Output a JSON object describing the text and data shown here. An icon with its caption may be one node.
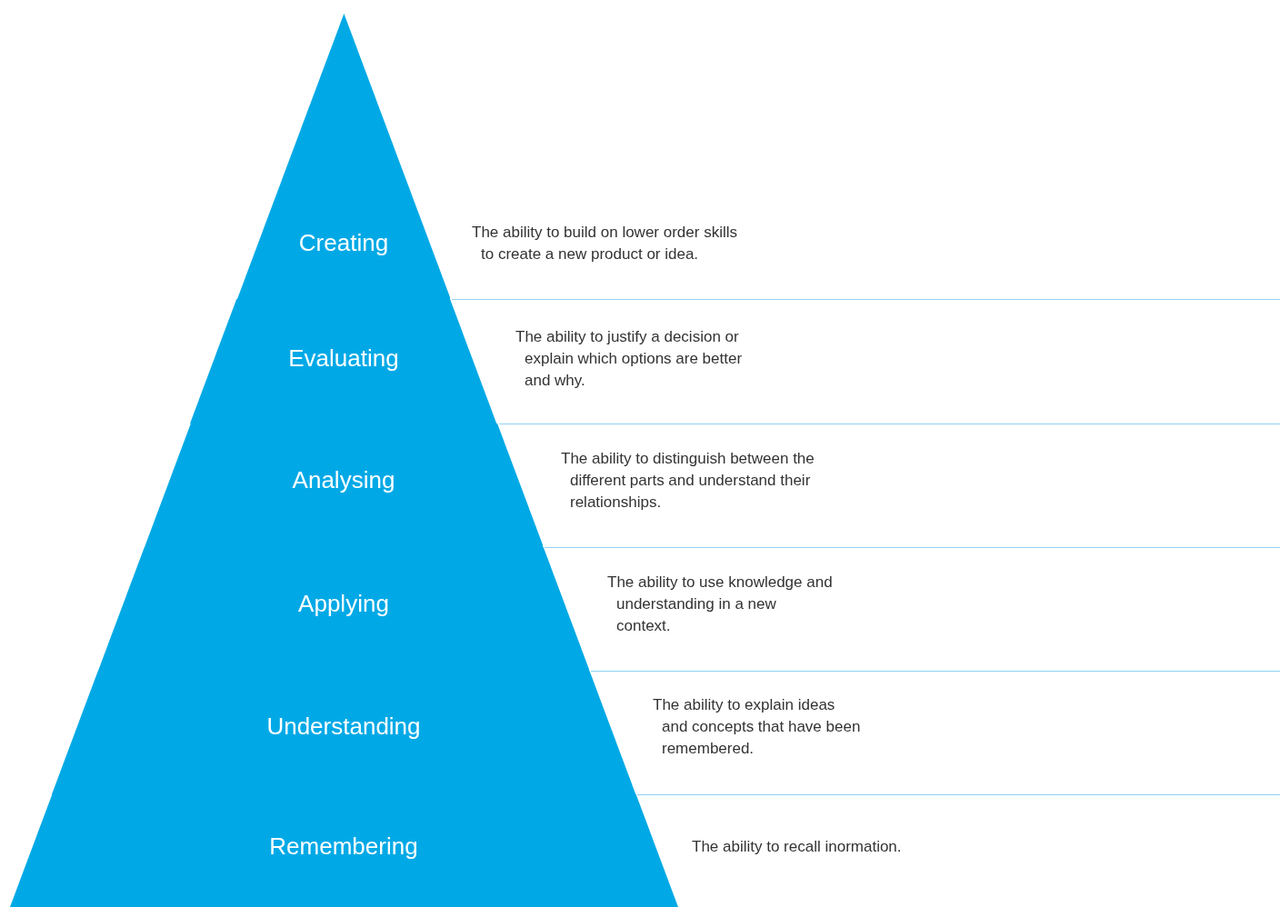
{
  "diagram": {
    "nodes": [
      {
        "text": [
          "Creating"
        ],
        "beside": [
          "The ability to build on lower order skills to create a new product or idea."
        ]
      },
      {
        "text": [
          "Evaluating"
        ],
        "beside": [
          "The ability to justify a decision or explain which options are better and why."
        ]
      },
      {
        "text": [
          "Analysing"
        ],
        "beside": [
          "The ability to distinguish between the different parts and understand their relationships."
        ]
      },
      {
        "text": [
          "Applying"
        ],
        "beside": [
          "The ability to use knowledge and understanding in a new context."
        ]
      },
      {
        "text": [
          "Understanding"
        ],
        "beside": [
          "The ability to explain ideas and concepts that have been remembered."
        ]
      },
      {
        "text": [
          "Remembering"
        ],
        "beside": [
          "The ability to recall inormation."
        ]
      }
    ]
  }
}
